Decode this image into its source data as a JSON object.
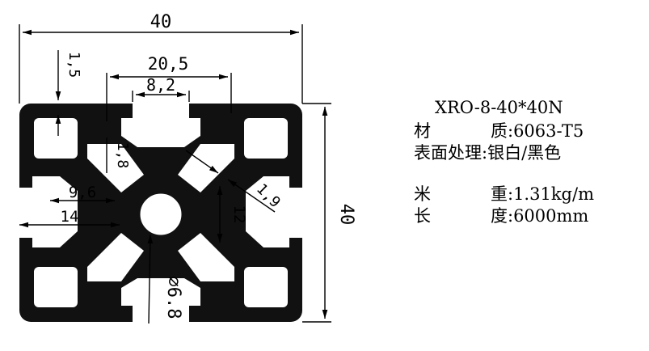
{
  "drawing": {
    "dims": {
      "width_top": "40",
      "height_right": "40",
      "d_20_5": "20,5",
      "d_8_2": "8,2",
      "d_1_5": "1,5",
      "d_1_8": "1,8",
      "d_9_6": "9,6",
      "d_14": "14",
      "d_1_9": "1,9",
      "d_12": "12",
      "d_hole": "⌀6.8"
    }
  },
  "specs": {
    "model": "XRO-8-40*40N",
    "material_k1": "材",
    "material_k2": "质",
    "material_v": ":6063-T5",
    "surface_k": "表面处理",
    "surface_v": ":银白/黑色",
    "weight_k1": "米",
    "weight_k2": "重",
    "weight_v": ":1.31kg/m",
    "length_k1": "长",
    "length_k2": "度",
    "length_v": ":6000mm"
  }
}
